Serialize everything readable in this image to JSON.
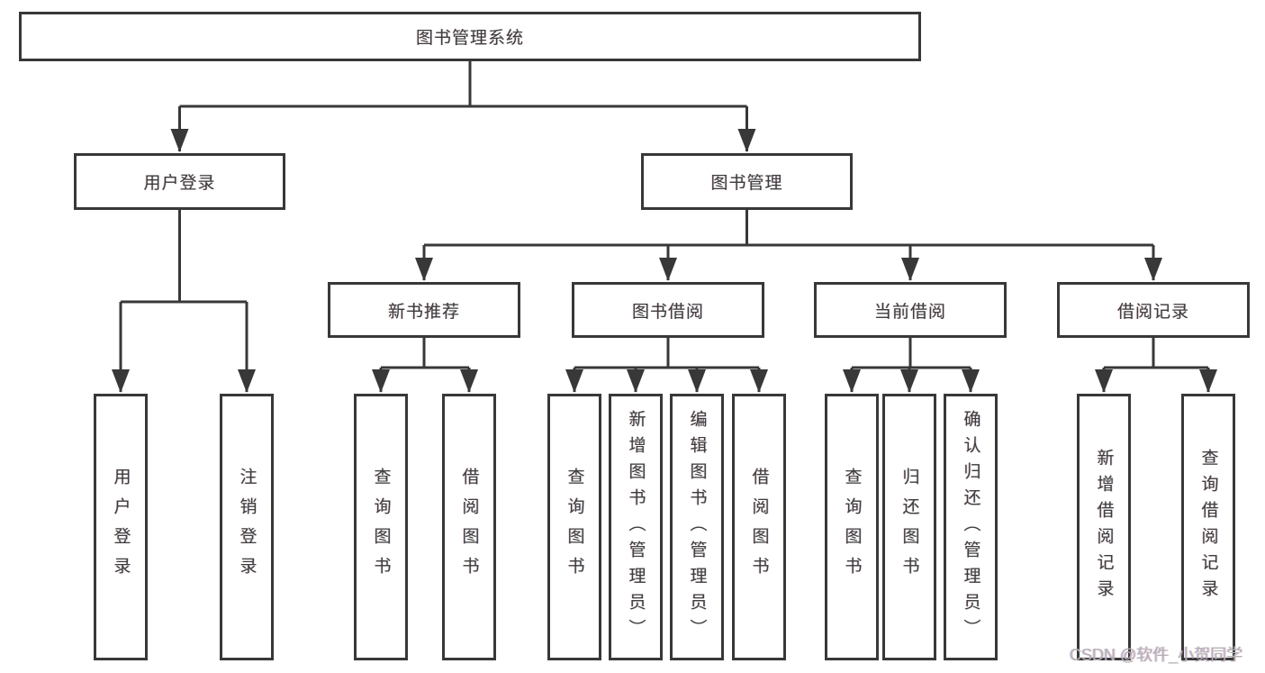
{
  "colors": {
    "line": "#383838",
    "box_border": "#383838",
    "text": "#3d3d3d",
    "watermark": "#b3b3b3",
    "background": "#ffffff"
  },
  "watermark": "CSDN @软件_小贺同学",
  "tree": {
    "root": {
      "label": "图书管理系统",
      "children": [
        {
          "label": "用户登录",
          "children": [
            {
              "label": "用户登录"
            },
            {
              "label": "注销登录"
            }
          ]
        },
        {
          "label": "图书管理",
          "children": [
            {
              "label": "新书推荐",
              "children": [
                {
                  "label": "查询图书"
                },
                {
                  "label": "借阅图书"
                }
              ]
            },
            {
              "label": "图书借阅",
              "children": [
                {
                  "label": "查询图书"
                },
                {
                  "label": "新增图书（管理员）"
                },
                {
                  "label": "编辑图书（管理员）"
                },
                {
                  "label": "借阅图书"
                }
              ]
            },
            {
              "label": "当前借阅",
              "children": [
                {
                  "label": "查询图书"
                },
                {
                  "label": "归还图书"
                },
                {
                  "label": "确认归还（管理员）"
                }
              ]
            },
            {
              "label": "借阅记录",
              "children": [
                {
                  "label": "新增借阅记录"
                },
                {
                  "label": "查询借阅记录"
                }
              ]
            }
          ]
        }
      ]
    }
  }
}
